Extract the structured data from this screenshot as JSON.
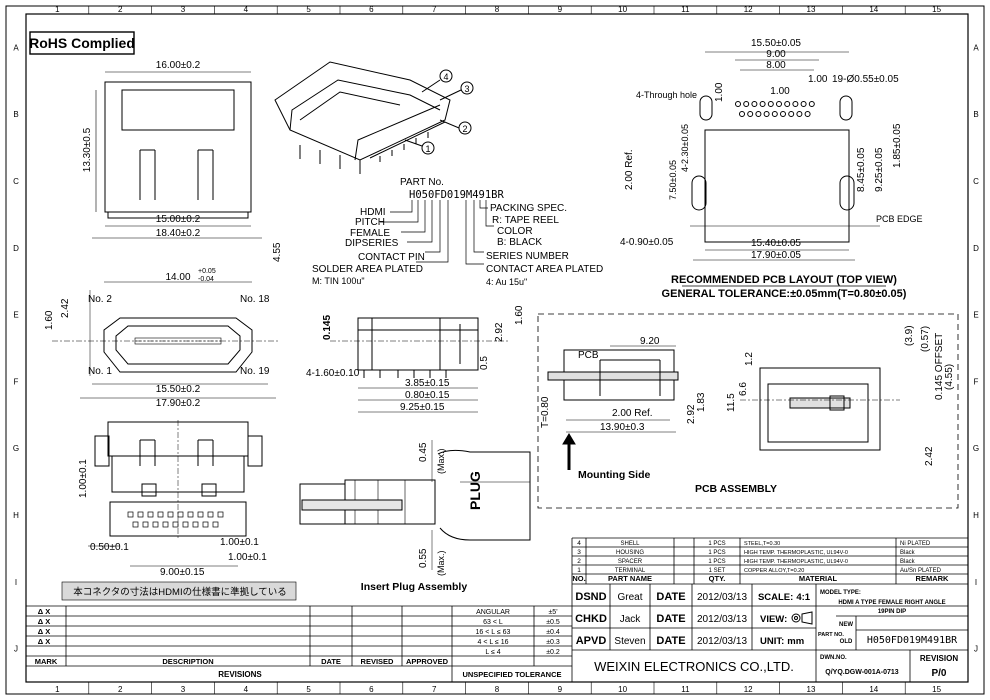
{
  "sheet": {
    "col_numbers": [
      "1",
      "2",
      "3",
      "4",
      "5",
      "6",
      "7",
      "8",
      "9",
      "10",
      "11",
      "12",
      "13",
      "14",
      "15"
    ],
    "row_letters": [
      "A",
      "B",
      "C",
      "D",
      "E",
      "F",
      "G",
      "H",
      "I",
      "J"
    ],
    "rohs": "RoHS Complied"
  },
  "front_view": {
    "dims": [
      "16.00±0.2",
      "13.30±0.5",
      "15.00±0.2",
      "18.40±0.2",
      "4.55",
      "+0.05",
      "-0.04"
    ]
  },
  "iso_view": {
    "callouts": [
      "1",
      "2",
      "3",
      "4"
    ]
  },
  "part_no": {
    "title": "PART No.",
    "code": "H050FD019M491BR",
    "left_labels": [
      "HDMI",
      "PITCH",
      "FEMALE",
      "DIPSERIES",
      "CONTACT PIN",
      "SOLDER AREA PLATED",
      "M: TIN 100u\""
    ],
    "right_labels": [
      "PACKING SPEC.",
      "R: TAPE REEL",
      "COLOR",
      "B: BLACK",
      "SERIES NUMBER",
      "CONTACT AREA PLATED",
      "4: Au 15u\""
    ]
  },
  "mating_view": {
    "dims": [
      "14.00",
      "+0.05",
      "-0.04",
      "2.42",
      "1.60",
      "No. 2",
      "No. 18",
      "No. 1",
      "No. 19",
      "15.50±0.2",
      "17.90±0.2"
    ]
  },
  "side_view": {
    "dims": [
      "0.145",
      "2.92",
      "1.60",
      "4-1.60±0.10",
      "3.85±0.15",
      "0.80±0.15",
      "9.25±0.15",
      "0.5"
    ]
  },
  "bottom_view": {
    "dims": [
      "1.00±0.1",
      "0.50±0.1",
      "1.00±0.1",
      "1.00±0.1",
      "9.00±0.15"
    ],
    "note": "本コネクタの寸法はHDMIの仕様書に準拠している"
  },
  "insert_plug": {
    "dims": [
      "0.45",
      "(Max.)",
      "0.55",
      "(Max.)"
    ],
    "plug_label": "PLUG",
    "caption": "Insert Plug Assembly"
  },
  "pcb_layout": {
    "dims": [
      "15.50±0.05",
      "9.00",
      "8.00",
      "1.00",
      "1.00",
      "19-Ø0.55±0.05",
      "4-Through hole",
      "1.00",
      "4-2.30±0.05",
      "7.50±0.05",
      "2.00 Ref.",
      "8.45±0.05",
      "9.25±0.05",
      "1.85±0.05",
      "PCB EDGE",
      "15.40±0.05",
      "17.90±0.05",
      "4-0.90±0.05"
    ],
    "title": "RECOMMENDED PCB LAYOUT (TOP VIEW)",
    "tolerance": "GENERAL TOLERANCE:±0.05mm(T=0.80±0.05)"
  },
  "pcb_assembly": {
    "dims": [
      "PCB",
      "9.20",
      "1.83",
      "2.00 Ref.",
      "13.90±0.3",
      "T=0.80",
      "2.92",
      "1.2",
      "6.6",
      "11.5",
      "(3.9)",
      "(0.57)",
      "0.145 OFFSET",
      "(4.55)",
      "2.42"
    ],
    "mounting": "Mounting Side",
    "caption": "PCB ASSEMBLY"
  },
  "bom": {
    "rows": [
      {
        "no": "4",
        "part": "SHELL",
        "qty": "1 PCS",
        "material": "STEEL,T=0.30",
        "remark": "Ni PLATED"
      },
      {
        "no": "3",
        "part": "HOUSING",
        "qty": "1 PCS",
        "material": "HIGH TEMP. THERMOPLASTIC, UL94V-0",
        "remark": "Black"
      },
      {
        "no": "2",
        "part": "SPACER",
        "qty": "1 PCS",
        "material": "HIGH TEMP. THERMOPLASTIC, UL94V-0",
        "remark": "Black"
      },
      {
        "no": "1",
        "part": "TERMINAL",
        "qty": "1 SET",
        "material": "COPPER ALLOY,T=0.20",
        "remark": "Au/Sn PLATED"
      }
    ],
    "headers": [
      "NO.",
      "PART NAME",
      "QTY.",
      "MATERIAL",
      "REMARK"
    ]
  },
  "title_block": {
    "dsnd": "DSND",
    "dsnd_name": "Great",
    "chkd": "CHKD",
    "chkd_name": "Jack",
    "apvd": "APVD",
    "apvd_name": "Steven",
    "date_label": "DATE",
    "date": "2012/03/13",
    "scale_label": "SCALE:",
    "scale": "4:1",
    "view_label": "VIEW:",
    "unit_label": "UNIT:",
    "unit": "mm",
    "model_label": "MODEL TYPE:",
    "model_line1": "HDMI A TYPE FEMALE RIGHT ANGLE",
    "model_line2": "19PIN DIP",
    "new": "NEW",
    "old": "OLD",
    "part_no_label": "PART NO.",
    "part_no": "H050FD019M491BR",
    "company": "WEIXIN ELECTRONICS CO.,LTD.",
    "dwg_label": "DWN.NO.",
    "dwg_no": "Q/YQ.DGW-001A-0713",
    "rev_label": "REVISION",
    "rev": "P/0"
  },
  "tolerance_table": {
    "rows": [
      [
        "ANGULAR",
        "±5'"
      ],
      [
        "63 < L",
        "±0.5"
      ],
      [
        "16 < L ≤ 63",
        "±0.4"
      ],
      [
        "4 < L ≤ 16",
        "±0.3"
      ],
      [
        "L ≤ 4",
        "±0.2"
      ]
    ],
    "footer": "UNSPECIFIED TOLERANCE"
  },
  "revisions": {
    "marks": [
      "Δ X",
      "Δ X",
      "Δ X",
      "Δ X"
    ],
    "headers": [
      "MARK",
      "DESCRIPTION",
      "DATE",
      "REVISED",
      "APPROVED"
    ],
    "title": "REVISIONS"
  }
}
